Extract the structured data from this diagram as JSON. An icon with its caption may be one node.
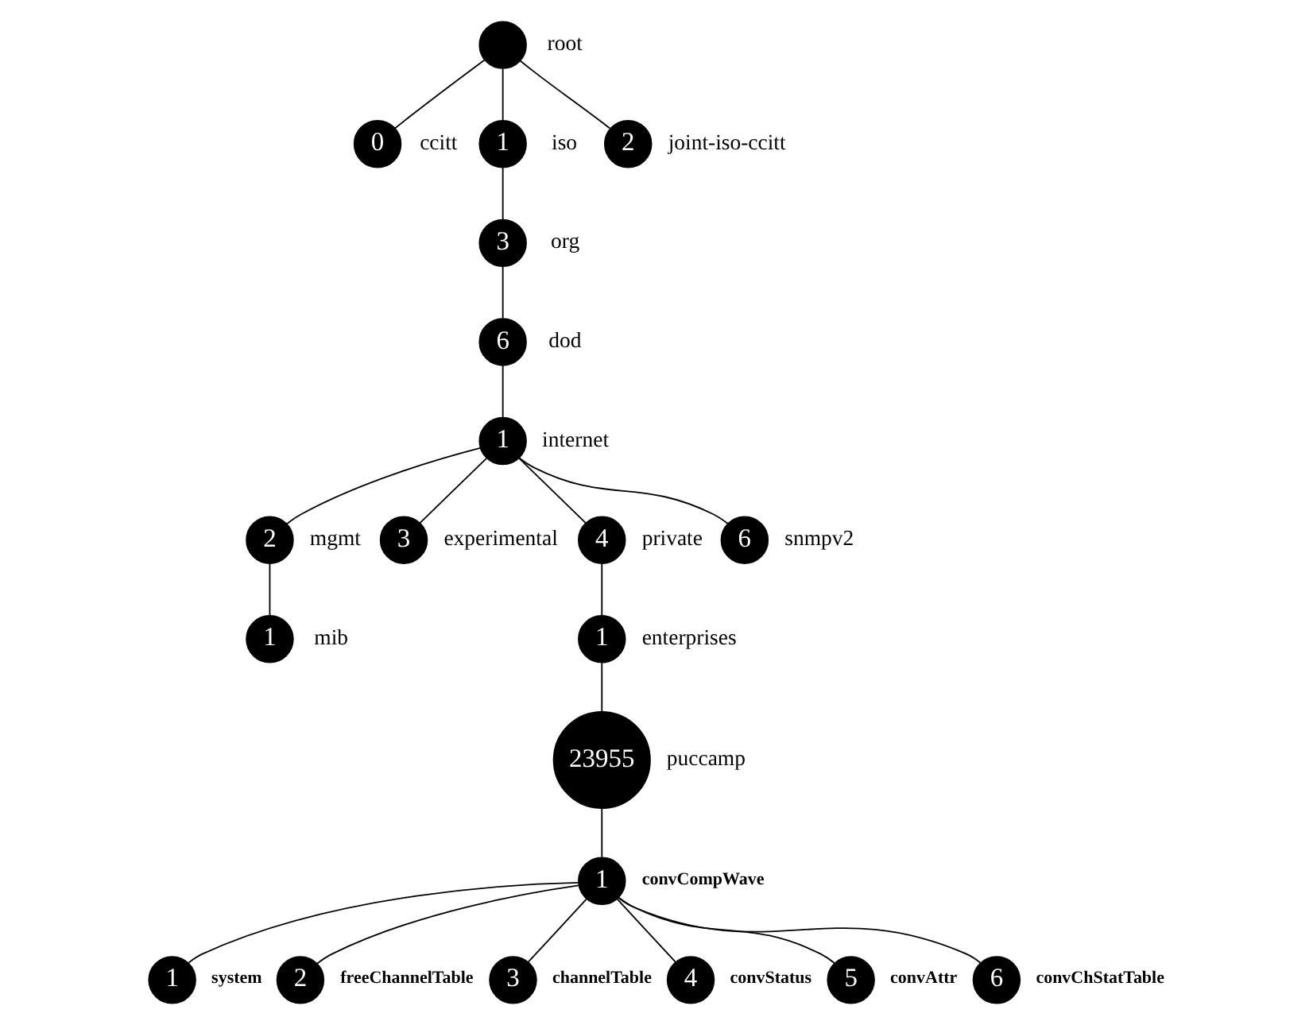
{
  "diagram": {
    "nodes": [
      {
        "text": [],
        "shape": "circle",
        "beside": [
          "root"
        ]
      },
      {
        "text": [
          "0"
        ],
        "beside": [
          "ccitt"
        ]
      },
      {
        "text": [
          "1"
        ],
        "beside": [
          "iso"
        ]
      },
      {
        "text": [
          "2"
        ],
        "beside": [
          "joint-iso-ccitt"
        ]
      },
      {
        "text": [
          "3"
        ],
        "beside": [
          "org"
        ]
      },
      {
        "text": [
          "6"
        ],
        "beside": [
          "dod"
        ]
      },
      {
        "text": [
          "1"
        ],
        "beside": [
          "internet"
        ]
      },
      {
        "text": [
          "2"
        ],
        "beside": [
          "mgmt"
        ]
      },
      {
        "text": [
          "3"
        ],
        "beside": [
          "experimental"
        ]
      },
      {
        "text": [
          "4"
        ],
        "beside": [
          "private"
        ]
      },
      {
        "text": [
          "6"
        ],
        "beside": [
          "snmpv2"
        ]
      },
      {
        "text": [
          "1"
        ],
        "beside": [
          "mib"
        ]
      },
      {
        "text": [
          "1"
        ],
        "beside": [
          "enterprises"
        ]
      },
      {
        "text": [
          "23955"
        ],
        "beside": [
          "puccamp"
        ]
      },
      {
        "text": [
          "1"
        ],
        "beside": [
          "convCompWave"
        ]
      },
      {
        "text": [
          "1"
        ],
        "beside": [
          "system"
        ]
      },
      {
        "text": [
          "2"
        ],
        "beside": [
          "freeChannelTable"
        ]
      },
      {
        "text": [
          "3"
        ],
        "beside": [
          "channelTable"
        ]
      },
      {
        "text": [
          "4"
        ],
        "beside": [
          "convStatus"
        ]
      },
      {
        "text": [
          "5"
        ],
        "beside": [
          "convAttr"
        ]
      },
      {
        "text": [
          "6"
        ],
        "beside": [
          "convChStatTable"
        ]
      }
    ],
    "edges": [
      {
        "from": 0,
        "to": 1,
        "arrow": "none"
      },
      {
        "from": 0,
        "to": 2,
        "arrow": "none"
      },
      {
        "from": 0,
        "to": 3,
        "arrow": "none"
      },
      {
        "from": 2,
        "to": 4,
        "arrow": "none"
      },
      {
        "from": 4,
        "to": 5,
        "arrow": "none"
      },
      {
        "from": 5,
        "to": 6,
        "arrow": "none"
      },
      {
        "from": 6,
        "to": 7,
        "arrow": "none"
      },
      {
        "from": 6,
        "to": 8,
        "arrow": "none"
      },
      {
        "from": 6,
        "to": 9,
        "arrow": "none"
      },
      {
        "from": 6,
        "to": 10,
        "arrow": "none"
      },
      {
        "from": 7,
        "to": 11,
        "arrow": "none"
      },
      {
        "from": 9,
        "to": 12,
        "arrow": "none"
      },
      {
        "from": 12,
        "to": 13,
        "arrow": "none"
      },
      {
        "from": 13,
        "to": 14,
        "arrow": "none"
      },
      {
        "from": 14,
        "to": 15,
        "arrow": "none"
      },
      {
        "from": 14,
        "to": 16,
        "arrow": "none"
      },
      {
        "from": 14,
        "to": 17,
        "arrow": "none"
      },
      {
        "from": 14,
        "to": 18,
        "arrow": "none"
      },
      {
        "from": 14,
        "to": 19,
        "arrow": "none"
      },
      {
        "from": 14,
        "to": 20,
        "arrow": "none"
      }
    ]
  }
}
